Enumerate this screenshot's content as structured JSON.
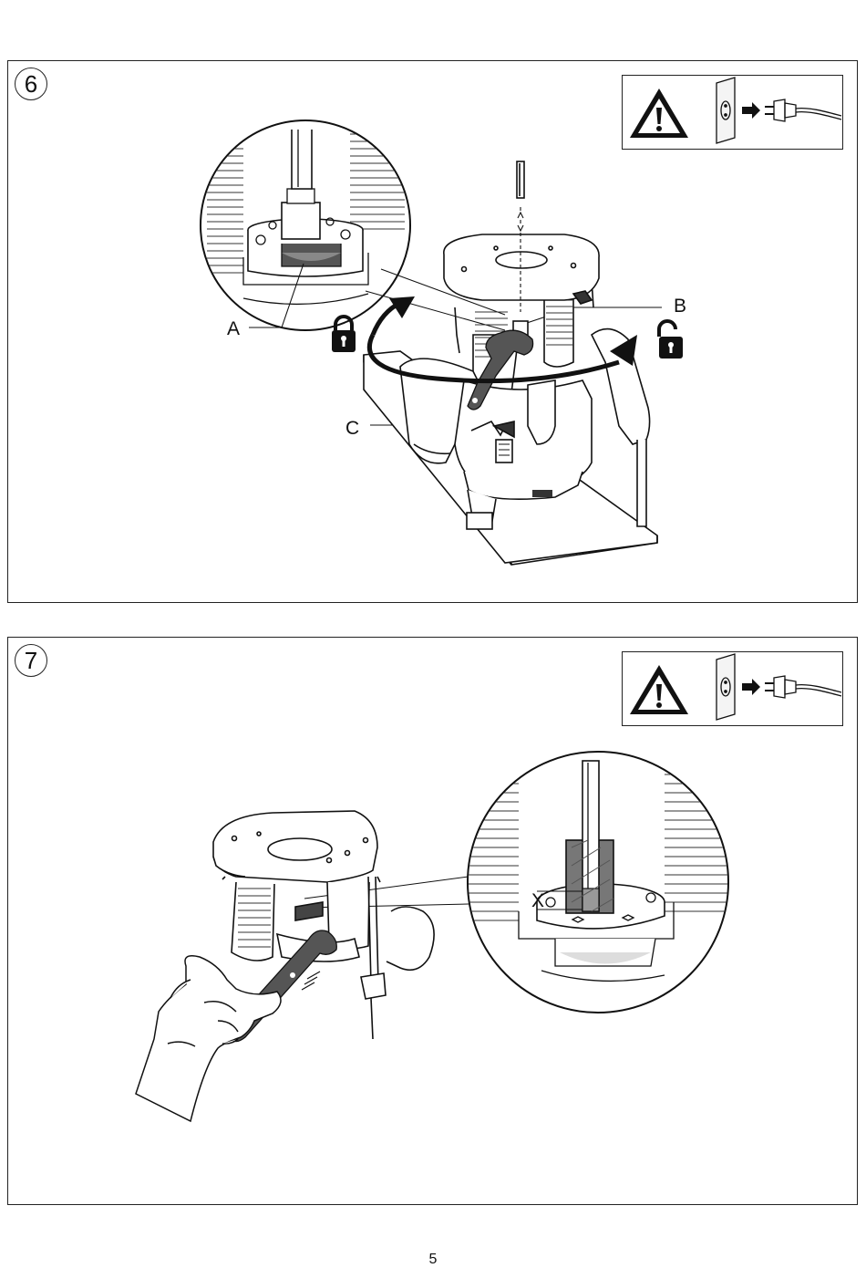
{
  "page": {
    "number": "5"
  },
  "steps": [
    {
      "number": "6",
      "warning_icons": [
        "warning-triangle-icon",
        "unplug-icon"
      ],
      "labels": {
        "a": "A",
        "b": "B",
        "c": "C"
      },
      "icons": [
        "padlock-locked-icon",
        "padlock-unlocked-icon",
        "rotate-arrow-icon"
      ]
    },
    {
      "number": "7",
      "warning_icons": [
        "warning-triangle-icon",
        "unplug-icon"
      ],
      "labels": {
        "x": "X"
      }
    }
  ]
}
